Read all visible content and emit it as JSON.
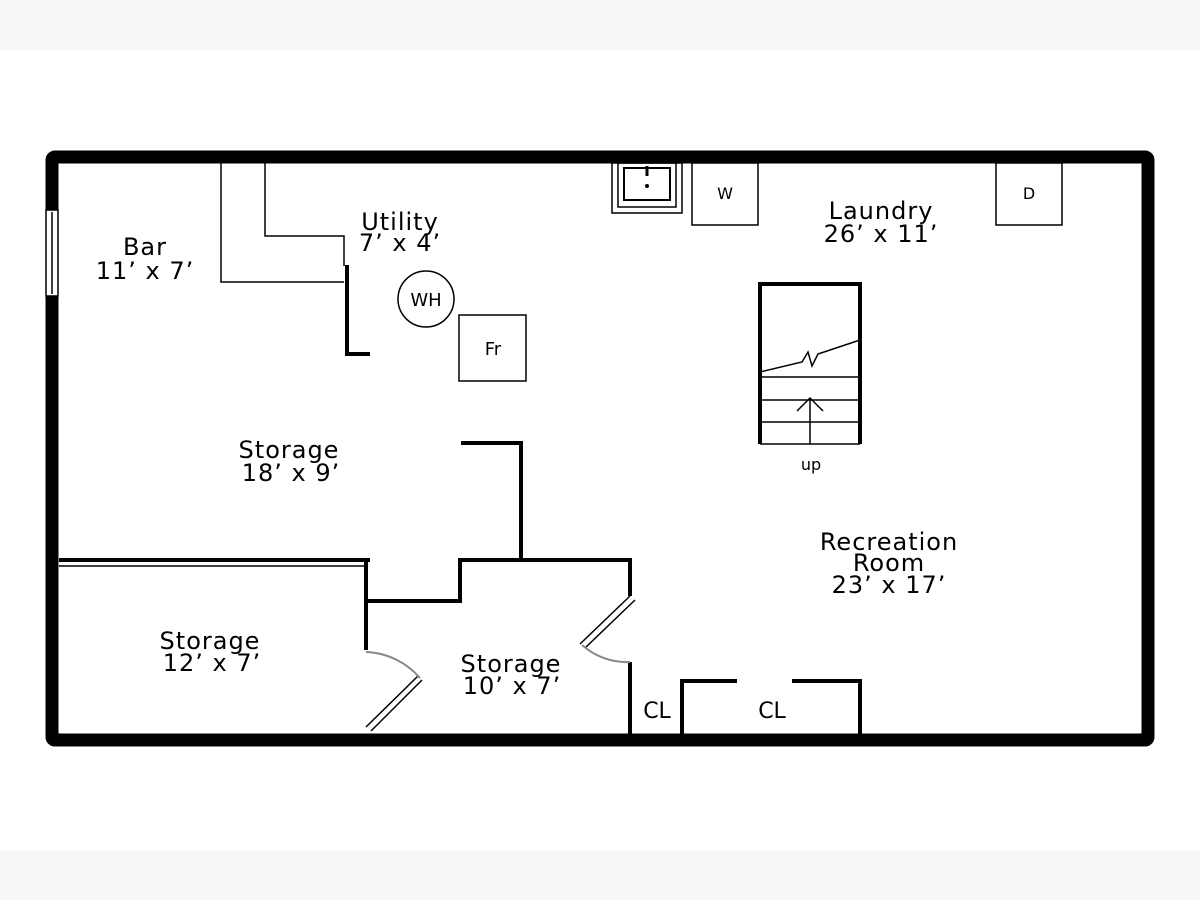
{
  "colors": {
    "background": "#f7f7f7",
    "paper": "#ffffff",
    "ink": "#000000",
    "door_swing": "#888888"
  },
  "rooms": [
    {
      "id": "bar",
      "name": "Bar",
      "dimensions": "11’ x 7’"
    },
    {
      "id": "utility",
      "name": "Utility",
      "dimensions": "7’ x 4’"
    },
    {
      "id": "laundry",
      "name": "Laundry",
      "dimensions": "26’ x 11’"
    },
    {
      "id": "storage-main",
      "name": "Storage",
      "dimensions": "18’ x 9’"
    },
    {
      "id": "recreation",
      "name": "Recreation",
      "name_line2": "Room",
      "dimensions": "23’ x 17’"
    },
    {
      "id": "storage-left",
      "name": "Storage",
      "dimensions": "12’ x 7’"
    },
    {
      "id": "storage-center",
      "name": "Storage",
      "dimensions": "10’ x 7’"
    }
  ],
  "fixtures": {
    "water_heater": "WH",
    "furnace": "Fr",
    "washer": "W",
    "dryer": "D",
    "stairs_direction": "up",
    "closet_small": "CL",
    "closet_large": "CL"
  },
  "icons": [
    "sink-icon",
    "window-icon",
    "stairs-icon",
    "door-swing-icon"
  ]
}
